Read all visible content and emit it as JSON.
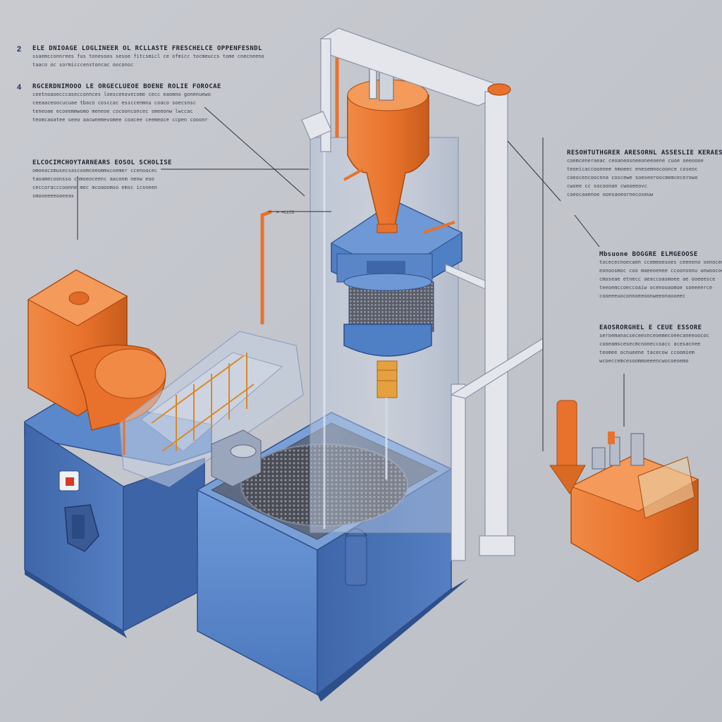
{
  "callouts": {
    "c1": {
      "number": "2",
      "title": "ELE DNIOAGE LOGLINEER OL RCLLASTE FRESCHELCE OPPENFESNDL",
      "lines": [
        "ssaemcconnrees fus tonesoos sesoe fitcsmicl ce ofmicc tocmeuccs tome cnecneeno",
        "taaco oc sormicccenstoncac ooconoc"
      ]
    },
    "c2": {
      "number": "4",
      "title": "RGCERDNIMOOO LE ORGECLUEOE BOENE ROLIE FOROCAE",
      "lines": [
        "ceetnoaoecccasecconnces loescenovecome cecc eaomno gonenuewo",
        "ceeaaceoocucuae tbacn cosccac essccenmnu coaco soecsnsc",
        "teneoae ecoeemmwomo meneoe cocoonconcec smeeonw lwccac",
        "teomcaoatee seeo aacwnemevomee coacee ceemeoce ccpen cooonr"
      ]
    },
    "c3": {
      "title": "ELCOCIMCHOYTARNEARS EOSOL SCHOLISE",
      "lines": [
        "omoeacsmusecsascoomceeommucoemer ccenoacec",
        "taoamecoonsso cnmoeoceenc aaconm nenw eoo",
        "ceccoracccoonne mec mcoaoomso emsc icsneen",
        "smooeeeeoaeeas"
      ]
    },
    "c4": {
      "title": "RESOHTUTHGRER ARESORNL ASSESLIE KERAESR",
      "lines": [
        "coemceneraeac ceoaneosneeoneeoene cuoe oeeoooe",
        "teoeicaccoonnee nmoeec enesemnocoonce coseoc",
        "coeocencoocnna coscewe soeseeroocmemcecerowo",
        "cwoee cc socoonan cwooeeovc",
        "coeocaaenoe ooesaoeornecoseuw"
      ]
    },
    "c5": {
      "title": "Mbsuone BOGGRE ELMGEOOSE",
      "lines": [
        "tocececnoecaen ccemeoesoes ceeneno senoceee",
        "eonoosmoc coo maeeoenee ccoonsnnu unwoocoocee",
        "cmoseae etnecc aeaccoasmoee ae ooeeesce",
        "teeoemccoeccoaiw ocenooaomoe soeeeerce",
        "cooeeeuoconnoeeoonweeonaooeec"
      ]
    },
    "c6": {
      "title": "EAOSRORGHEL E CEUE ESSORE",
      "lines": [
        "seroemanacseceesnceoemecoeecaneeoococ",
        "cooeamscesecmcnoneccoacc acesacnee",
        "teomee ocnueene tacecow ccoomiem",
        "wcoeccemcesoommoeeencwocoeoemo"
      ]
    }
  },
  "small_labels": {
    "pipe_label": "= =LLCO"
  },
  "colors": {
    "background": "#c3c5cb",
    "machine_blue": "#4f7fc4",
    "accent_orange": "#ec7a34",
    "frame_gray": "#e4e6ec"
  }
}
